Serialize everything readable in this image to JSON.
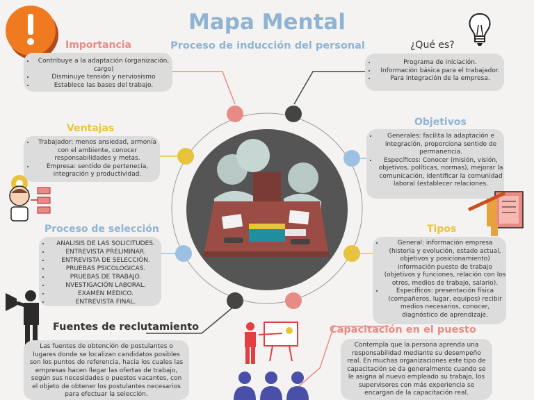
{
  "title": "Mapa Mental",
  "subtitle": "Proceso de inducción del personal",
  "colors": {
    "title": "#8fb3d3",
    "salmon": "#e98b85",
    "yellow": "#e8c43c",
    "blue": "#9cc0e2",
    "dark": "#444444"
  },
  "importancia": {
    "heading": "Importancia",
    "items": [
      "Contribuye a la adaptación (organización, cargo)",
      "Disminuye tensión y nerviosismo",
      "Establece las bases del trabajo."
    ]
  },
  "que_es": {
    "heading": "¿Qué es?",
    "items": [
      "Programa de iniciación.",
      "Información básica para el trabajador.",
      "Para integración de la empresa."
    ]
  },
  "ventajas": {
    "heading": "Ventajas",
    "items": [
      "Trabajador: menos ansiedad, armonía con el ambiente, conocer responsabilidades y metas.",
      "Empresa: sentido de pertenecía, integración y productividad."
    ]
  },
  "objetivos": {
    "heading": "Objetivos",
    "items": [
      "Generales: facilita la adaptación e integración, proporciona sentido de permanencia.",
      "Específicos: Conocer (misión, visión, objetivos, políticas, normas), mejorar la comunicación, identificar la comunidad laboral (establecer relaciones."
    ]
  },
  "seleccion": {
    "heading": "Proceso de selección",
    "items": [
      "ANALISIS DE LAS SOLICITUDES.",
      "ENTREVISTA PRELIMINAR.",
      "ENTREVISTA DE SELECCIÓN.",
      "PRUEBAS PSICOLOGICAS.",
      "PRUEBAS DE TRABAJO.",
      "NVESTIGACIÓN LABORAL.",
      "EXAMEN MEDICO.",
      "ENTREVISTA FINAL."
    ]
  },
  "tipos": {
    "heading": "Tipos",
    "items": [
      "General: información empresa (historia y evolución, estado actual, objetivos y posicionamiento) información puesto de trabajo (objetivos y funciones, relación con los otros, medios de trabajo, salario).",
      "Específicos: presentación física (compañeros, lugar, equipos) recibir medios necesarios, conocer, diagnóstico de aprendizaje."
    ]
  },
  "fuentes": {
    "heading": "Fuentes de reclutamiento",
    "text": "Las fuentes de obtención de postulantes o lugares donde se localizan candidatos posibles son los puntos de referencia, hacia los cuales las empresas hacen llegar las ofertas de trabajo, según sus necesidades o puestos vacantes, con el objeto de obtener los postulantes necesarios para efectuar la selección."
  },
  "capacitacion": {
    "heading": "Capacitación en el puesto",
    "text": "Contempla que la persona aprenda una responsabilidad mediante su desempeño real. En muchas organizaciones este tipo de capacitación se da generalmente cuando se le asigna al nuevo empleado su trabajo, los supervisores con más experiencia se encargan de la capacitación real."
  },
  "icons": [
    "warning-icon",
    "lightbulb-icon",
    "brain-gear-icon",
    "clipboard-pencil-icon",
    "megaphone-person-icon",
    "presentation-icon",
    "team-icon",
    "meeting-table-icon"
  ]
}
